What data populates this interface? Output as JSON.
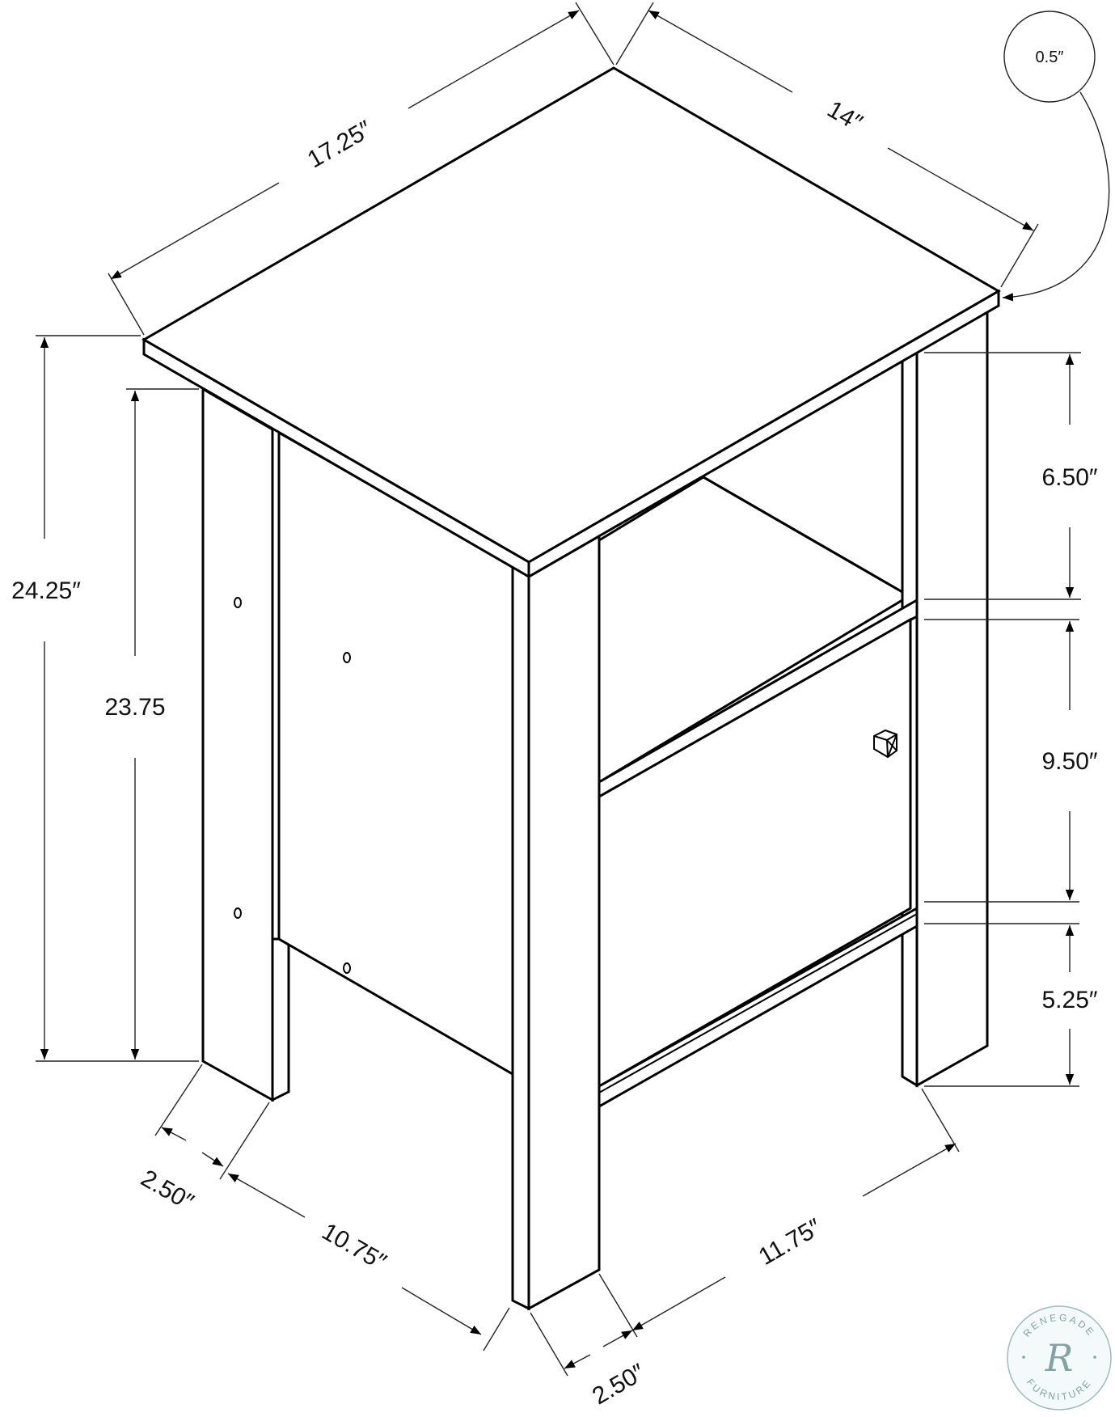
{
  "diagram": {
    "subject": "End table / nightstand with open shelf and cabinet door",
    "dimensions": {
      "top_width": "17.25″",
      "top_depth": "14″",
      "top_thickness": "0.5″",
      "overall_height": "24.25″",
      "leg_height": "23.75",
      "open_shelf_height": "6.50″",
      "door_height": "9.50″",
      "bottom_clearance": "5.25″",
      "left_leg_width": "2.50″",
      "side_span": "10.75″",
      "front_span": "11.75″",
      "front_leg_width": "2.50″"
    }
  },
  "watermark": {
    "brand_top": "RENEGADE",
    "brand_bottom": "FURNITURE",
    "monogram": "R",
    "color": "#7fa3a6"
  }
}
